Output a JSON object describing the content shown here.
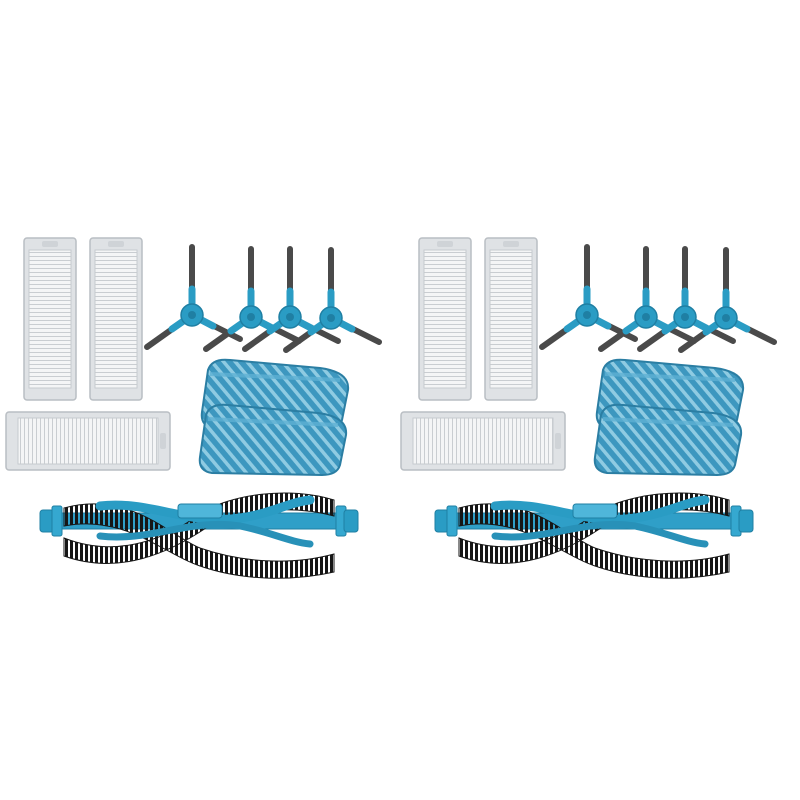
{
  "scene": {
    "background": "#ffffff",
    "sets": [
      {
        "kit": "left",
        "filters": 3,
        "side_brushes": 4,
        "mop_pads": 2,
        "main_brushes": 1
      },
      {
        "kit": "right",
        "filters": 3,
        "side_brushes": 4,
        "mop_pads": 2,
        "main_brushes": 1
      }
    ],
    "colors": {
      "accent_blue": "#2a9cc4",
      "mop_blue": "#3d97bf",
      "bristle_black": "#161616",
      "arm_gray": "#4a4a4a",
      "filter_frame": "#dfe2e5",
      "filter_pleat": "#f4f5f6"
    },
    "icons": [
      "hepa-filter-icon",
      "side-brush-icon",
      "mop-pad-icon",
      "roller-brush-icon"
    ]
  }
}
